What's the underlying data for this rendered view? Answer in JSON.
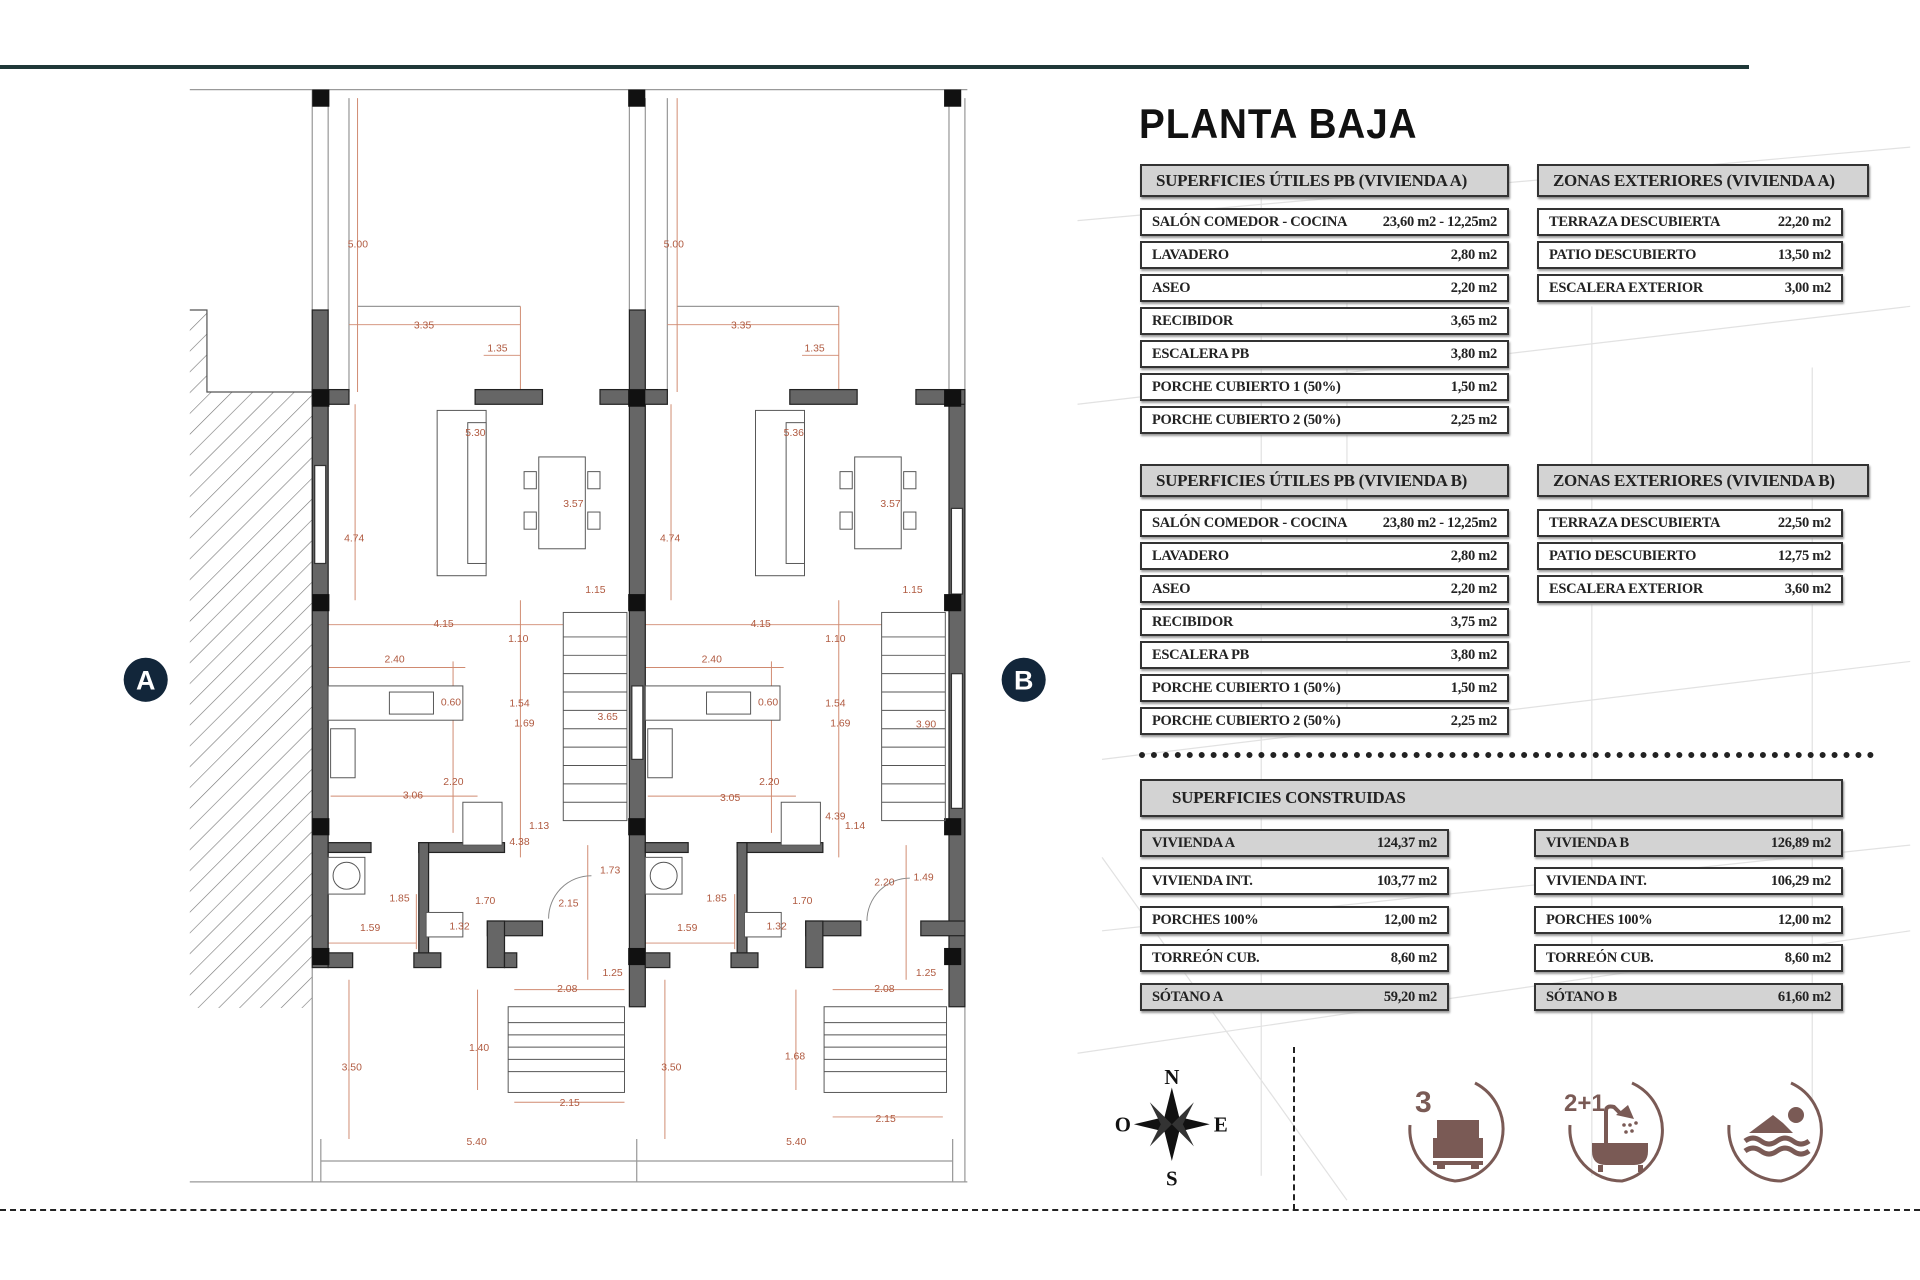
{
  "title": "PLANTA BAJA",
  "markers": {
    "a": "A",
    "b": "B"
  },
  "vivienda_a": {
    "header": "SUPERFICIES ÚTILES PB (VIVIENDA A)",
    "rows": [
      {
        "label": "SALÓN COMEDOR  - COCINA",
        "value": "23,60 m2 - 12,25m2"
      },
      {
        "label": "LAVADERO",
        "value": "2,80 m2"
      },
      {
        "label": "ASEO",
        "value": "2,20 m2"
      },
      {
        "label": "RECIBIDOR",
        "value": "3,65 m2"
      },
      {
        "label": "ESCALERA PB",
        "value": "3,80 m2"
      },
      {
        "label": "PORCHE CUBIERTO 1 (50%)",
        "value": "1,50 m2"
      },
      {
        "label": "PORCHE CUBIERTO 2 (50%)",
        "value": "2,25 m2"
      }
    ]
  },
  "exterior_a": {
    "header": "ZONAS EXTERIORES (VIVIENDA A)",
    "rows": [
      {
        "label": "TERRAZA DESCUBIERTA",
        "value": "22,20 m2"
      },
      {
        "label": "PATIO DESCUBIERTO",
        "value": "13,50 m2"
      },
      {
        "label": "ESCALERA EXTERIOR",
        "value": "3,00 m2"
      }
    ]
  },
  "vivienda_b": {
    "header": "SUPERFICIES ÚTILES PB (VIVIENDA B)",
    "rows": [
      {
        "label": "SALÓN COMEDOR  - COCINA",
        "value": "23,80 m2 - 12,25m2"
      },
      {
        "label": "LAVADERO",
        "value": "2,80 m2"
      },
      {
        "label": "ASEO",
        "value": "2,20 m2"
      },
      {
        "label": "RECIBIDOR",
        "value": "3,75 m2"
      },
      {
        "label": "ESCALERA PB",
        "value": "3,80 m2"
      },
      {
        "label": "PORCHE CUBIERTO 1 (50%)",
        "value": "1,50 m2"
      },
      {
        "label": "PORCHE CUBIERTO 2 (50%)",
        "value": "2,25 m2"
      }
    ]
  },
  "exterior_b": {
    "header": "ZONAS EXTERIORES (VIVIENDA B)",
    "rows": [
      {
        "label": "TERRAZA DESCUBIERTA",
        "value": "22,50 m2"
      },
      {
        "label": "PATIO DESCUBIERTO",
        "value": "12,75 m2"
      },
      {
        "label": "ESCALERA EXTERIOR",
        "value": "3,60 m2"
      }
    ]
  },
  "construidas": {
    "header": "SUPERFICIES CONSTRUIDAS",
    "a": [
      {
        "label": "VIVIENDA A",
        "value": "124,37 m2"
      },
      {
        "label": "VIVIENDA INT.",
        "value": "103,77 m2"
      },
      {
        "label": "PORCHES 100%",
        "value": "12,00 m2"
      },
      {
        "label": "TORREÓN CUB.",
        "value": "8,60 m2"
      },
      {
        "label": "SÓTANO A",
        "value": "59,20 m2"
      }
    ],
    "b": [
      {
        "label": "VIVIENDA B",
        "value": "126,89 m2"
      },
      {
        "label": "VIVIENDA INT.",
        "value": "106,29 m2"
      },
      {
        "label": "PORCHES 100%",
        "value": "12,00 m2"
      },
      {
        "label": "TORREÓN CUB.",
        "value": "8,60 m2"
      },
      {
        "label": "SÓTANO B",
        "value": "61,60 m2"
      }
    ]
  },
  "compass": {
    "n": "N",
    "s": "S",
    "e": "E",
    "o": "O"
  },
  "features": {
    "bedrooms": "3",
    "bathrooms": "2+1",
    "icon_color": "#7a5a55"
  },
  "plan": {
    "dims_a": [
      "5.00",
      "3.35",
      "1.35",
      "5.30",
      "3.57",
      "4.74",
      "1.15",
      "4.15",
      "1.10",
      "2.40",
      "0.60",
      "1.54",
      "1.69",
      "3.65",
      "2.20",
      "3.06",
      "1.13",
      "4.38",
      "1.85",
      "1.70",
      "1.73",
      "2.15",
      "1.59",
      "1.32",
      "2.08",
      "1.25",
      "1.40",
      "3.50",
      "2.15",
      "5.40"
    ],
    "dims_b": [
      "5.00",
      "3.35",
      "1.35",
      "5.36",
      "3.57",
      "4.74",
      "1.15",
      "4.15",
      "1.10",
      "2.40",
      "0.60",
      "1.54",
      "1.69",
      "3.90",
      "2.20",
      "3.05",
      "1.14",
      "4.39",
      "1.85",
      "1.70",
      "2.20",
      "1.49",
      "1.59",
      "1.32",
      "2.08",
      "1.25",
      "1.68",
      "3.50",
      "2.15",
      "5.40"
    ]
  }
}
